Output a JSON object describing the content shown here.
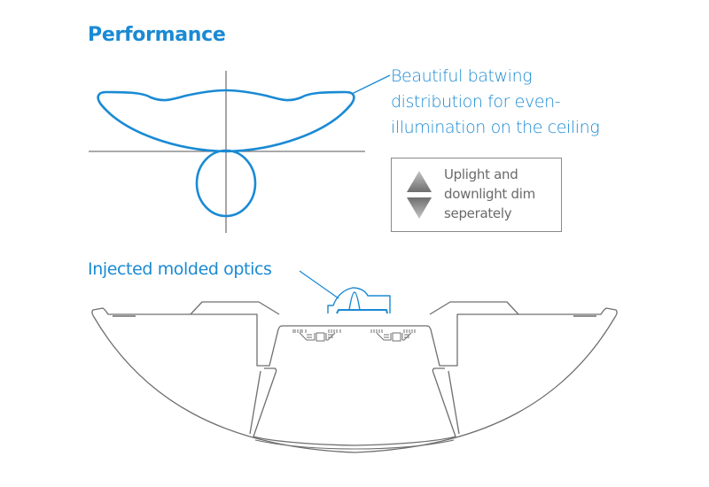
{
  "header": {
    "title": "Performance"
  },
  "photometric": {
    "callout_lines": [
      "Beautiful batwing",
      "distribution for even-",
      "illumination on the ceiling"
    ],
    "curve_color": "#1a8ad4",
    "axis_color": "#777777"
  },
  "legend": {
    "icon": "up-down-triangles-icon",
    "lines": [
      "Uplight and",
      "downlight dim",
      "seperately"
    ]
  },
  "fixture": {
    "callout": "Injected molded optics",
    "outline_color": "#6f6f6f",
    "optic_color": "#1a8ad4"
  }
}
